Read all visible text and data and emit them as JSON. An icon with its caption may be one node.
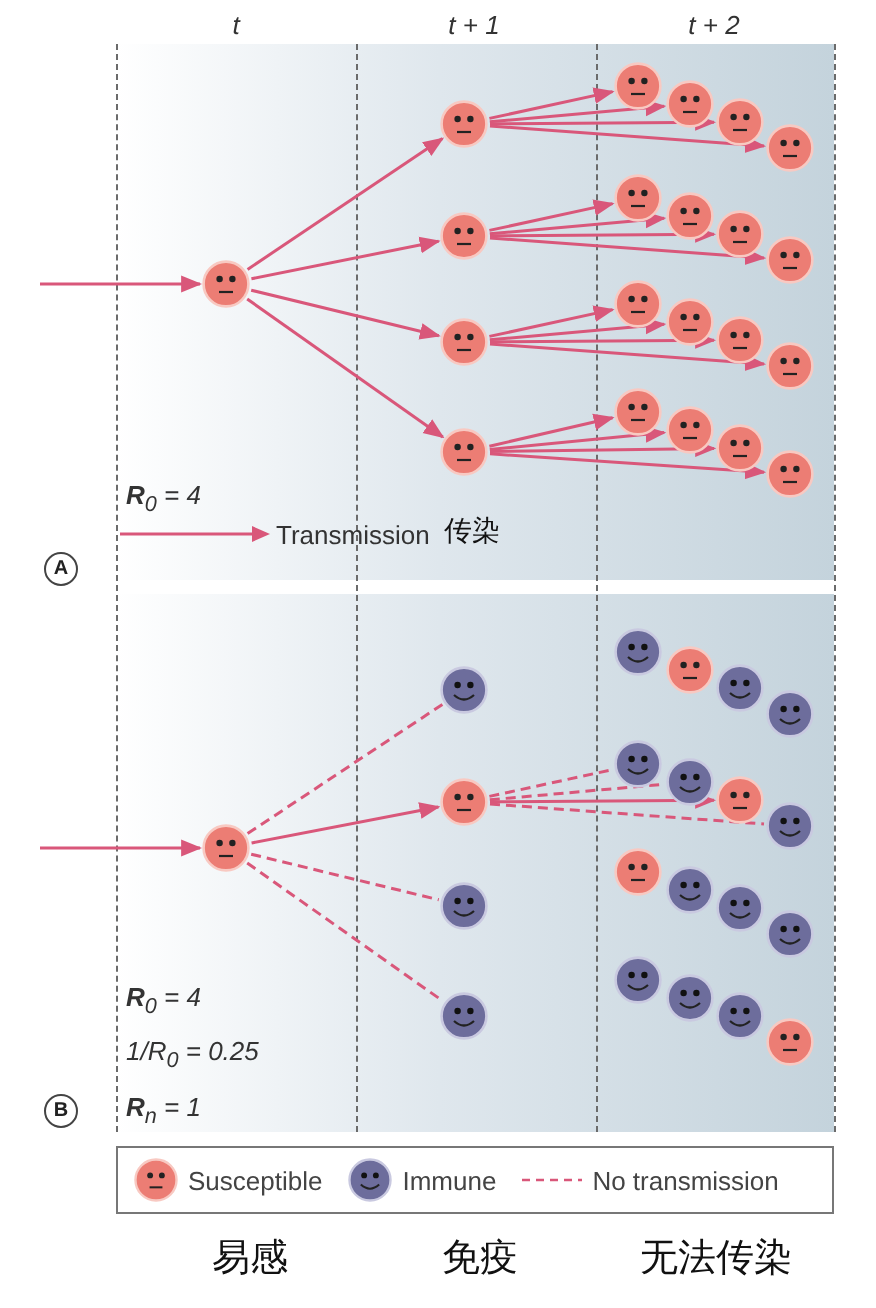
{
  "diagram": {
    "nodes": [
      {
        "text": [],
        "shape": "face"
      },
      {
        "text": [],
        "shape": "face"
      },
      {
        "text": [],
        "shape": "face"
      },
      {
        "text": [],
        "shape": "face"
      },
      {
        "text": [],
        "shape": "face"
      },
      {
        "text": [],
        "shape": "face"
      },
      {
        "text": [],
        "shape": "face"
      },
      {
        "text": [],
        "shape": "face"
      },
      {
        "text": [],
        "shape": "face"
      },
      {
        "text": [],
        "shape": "face"
      },
      {
        "text": [],
        "shape": "face"
      },
      {
        "text": [],
        "shape": "face"
      },
      {
        "text": [],
        "shape": "face"
      },
      {
        "text": [],
        "shape": "face"
      },
      {
        "text": [],
        "shape": "face"
      },
      {
        "text": [],
        "shape": "face"
      },
      {
        "text": [],
        "shape": "face"
      },
      {
        "text": [],
        "shape": "face"
      },
      {
        "text": [],
        "shape": "face"
      },
      {
        "text": [],
        "shape": "face"
      },
      {
        "text": [],
        "shape": "face"
      },
      {
        "text": [],
        "shape": "face"
      },
      {
        "text": [],
        "shape": "smiley"
      },
      {
        "text": [],
        "shape": "face"
      },
      {
        "text": [],
        "shape": "smiley"
      },
      {
        "text": [],
        "shape": "smiley"
      },
      {
        "text": [],
        "shape": "smiley"
      },
      {
        "text": [],
        "shape": "face"
      },
      {
        "text": [],
        "shape": "smiley"
      },
      {
        "text": [],
        "shape": "smiley"
      },
      {
        "text": [],
        "shape": "smiley"
      },
      {
        "text": [],
        "shape": "smiley"
      },
      {
        "text": [],
        "shape": "face"
      },
      {
        "text": [],
        "shape": "smiley"
      },
      {
        "text": [],
        "shape": "face"
      },
      {
        "text": [],
        "shape": "smiley"
      },
      {
        "text": [],
        "shape": "smiley"
      },
      {
        "text": [],
        "shape": "smiley"
      },
      {
        "text": [],
        "shape": "smiley"
      },
      {
        "text": [],
        "shape": "smiley"
      },
      {
        "text": [],
        "shape": "smiley"
      },
      {
        "text": [],
        "shape": "face"
      }
    ],
    "edges": [
      {
        "from": null,
        "to": 0,
        "arrow": "to"
      },
      {
        "from": 0,
        "to": 1,
        "arrow": "to"
      },
      {
        "from": 0,
        "to": 2,
        "arrow": "to"
      },
      {
        "from": 0,
        "to": 3,
        "arrow": "to"
      },
      {
        "from": 0,
        "to": 4,
        "arrow": "to"
      },
      {
        "from": 1,
        "to": 5,
        "arrow": "to"
      },
      {
        "from": 1,
        "to": 6,
        "arrow": "to"
      },
      {
        "from": 1,
        "to": 7,
        "arrow": "to"
      },
      {
        "from": 1,
        "to": 8,
        "arrow": "to"
      },
      {
        "from": 2,
        "to": 9,
        "arrow": "to"
      },
      {
        "from": 2,
        "to": 10,
        "arrow": "to"
      },
      {
        "from": 2,
        "to": 11,
        "arrow": "to"
      },
      {
        "from": 2,
        "to": 12,
        "arrow": "to"
      },
      {
        "from": 3,
        "to": 13,
        "arrow": "to"
      },
      {
        "from": 3,
        "to": 14,
        "arrow": "to"
      },
      {
        "from": 3,
        "to": 15,
        "arrow": "to"
      },
      {
        "from": 3,
        "to": 16,
        "arrow": "to"
      },
      {
        "from": 4,
        "to": 17,
        "arrow": "to"
      },
      {
        "from": 4,
        "to": 18,
        "arrow": "to"
      },
      {
        "from": 4,
        "to": 19,
        "arrow": "to"
      },
      {
        "from": 4,
        "to": 20,
        "arrow": "to"
      },
      {
        "from": null,
        "to": 21,
        "arrow": "to"
      },
      {
        "from": 21,
        "to": 22,
        "arrow": "none",
        "style": "dashed"
      },
      {
        "from": 21,
        "to": 23,
        "arrow": "to"
      },
      {
        "from": 21,
        "to": 24,
        "arrow": "none",
        "style": "dashed"
      },
      {
        "from": 21,
        "to": 25,
        "arrow": "none",
        "style": "dashed"
      },
      {
        "from": 23,
        "to": 30,
        "arrow": "none",
        "style": "dashed"
      },
      {
        "from": 23,
        "to": 31,
        "arrow": "none",
        "style": "dashed"
      },
      {
        "from": 23,
        "to": 32,
        "arrow": "to"
      },
      {
        "from": 23,
        "to": 33,
        "arrow": "none",
        "style": "dashed"
      }
    ],
    "labels": [
      "t",
      "t + 1",
      "t + 2",
      "**R**$_{0}$ = 4",
      "传染",
      "A",
      "**R**$_{0}$ = 4",
      "1/R$_{0}$ = 0.25",
      "**R**$_{n}$ = 1",
      "B",
      "易感",
      "免疫",
      "无法传染"
    ],
    "legend": [
      {
        "text": "Transmission"
      },
      {
        "text": "Susceptible"
      },
      {
        "text": "Immune"
      },
      {
        "text": "No transmission"
      }
    ]
  }
}
